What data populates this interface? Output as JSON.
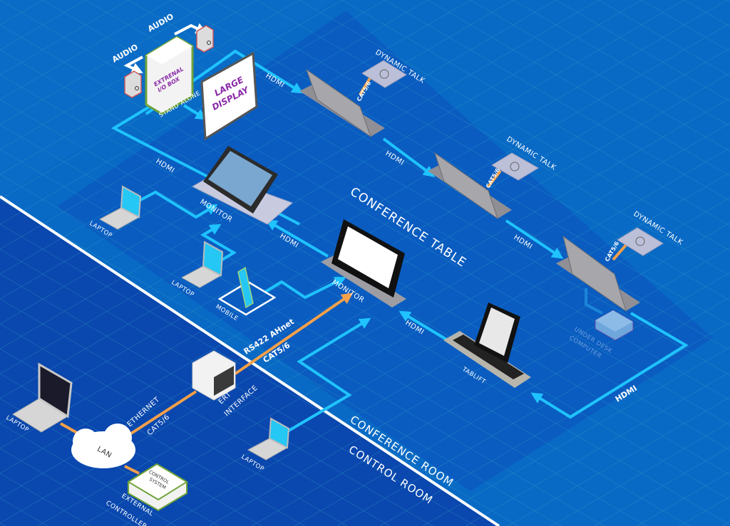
{
  "diagram": {
    "title": "Conference room AV system diagram",
    "colors": {
      "background": "#0a6cc6",
      "conference_table_area": "#0a5fc0",
      "control_room": "#0a47ae",
      "hdmi_wire": "#1fc3ff",
      "network_wire": "#f5a04a",
      "audio_wire": "#ffffff",
      "room_divider": "#ffffff"
    },
    "zones": {
      "conference_table": "CONFERENCE TABLE",
      "conference_room": "CONFERENCE ROOM",
      "control_room": "CONTROL ROOM"
    },
    "devices": {
      "io_box": "EXTRENAL I/O BOX",
      "io_box_line1": "EXTRENAL",
      "io_box_line2": "I/O BOX",
      "large_display_line1": "LARGE",
      "large_display_line2": "DISPLAY",
      "monitor_left": "MONITOR",
      "monitor_center": "MONITOR",
      "laptop_top": "LAPTOP",
      "laptop_mid": "LAPTOP",
      "mobile": "MOBILE",
      "dynamic_talk_1": "DYNAMIC TALK",
      "dynamic_talk_2": "DYNAMIC TALK",
      "dynamic_talk_3": "DYNAMIC TALK",
      "under_desk_line1": "UNDER DESK",
      "under_desk_line2": "COMPUTER",
      "tablift": "TABLIFT",
      "ert_line1": "ERT",
      "ert_line2": "INTERFACE",
      "laptop_control": "LAPTOP",
      "laptop_bottom": "LAPTOP",
      "lan": "LAN",
      "control_system_line1": "CONTROL",
      "control_system_line2": "SYSTEM",
      "external_controller_line1": "EXTERNAL",
      "external_controller_line2": "CONTROLLER"
    },
    "connections": {
      "audio_1": "AUDIO",
      "audio_2": "AUDIO",
      "stand_alone": "STAND ALONE",
      "hdmi_to_lift1": "HDMI",
      "hdmi_lift1_lift2": "HDMI",
      "hdmi_lift2_lift3": "HDMI",
      "hdmi_left": "HDMI",
      "hdmi_center_to_left": "HDMI",
      "hdmi_tablift": "HDMI",
      "hdmi_right": "HDMI",
      "cat_1": "CAT5/6",
      "cat_2": "CAT5/6",
      "cat_3": "CAT5/6",
      "rs422": "RS422 AHnet",
      "rs422_cat": "CAT5/6",
      "ethernet": "ETHERNET",
      "ethernet_cat": "CAT5/6"
    }
  }
}
